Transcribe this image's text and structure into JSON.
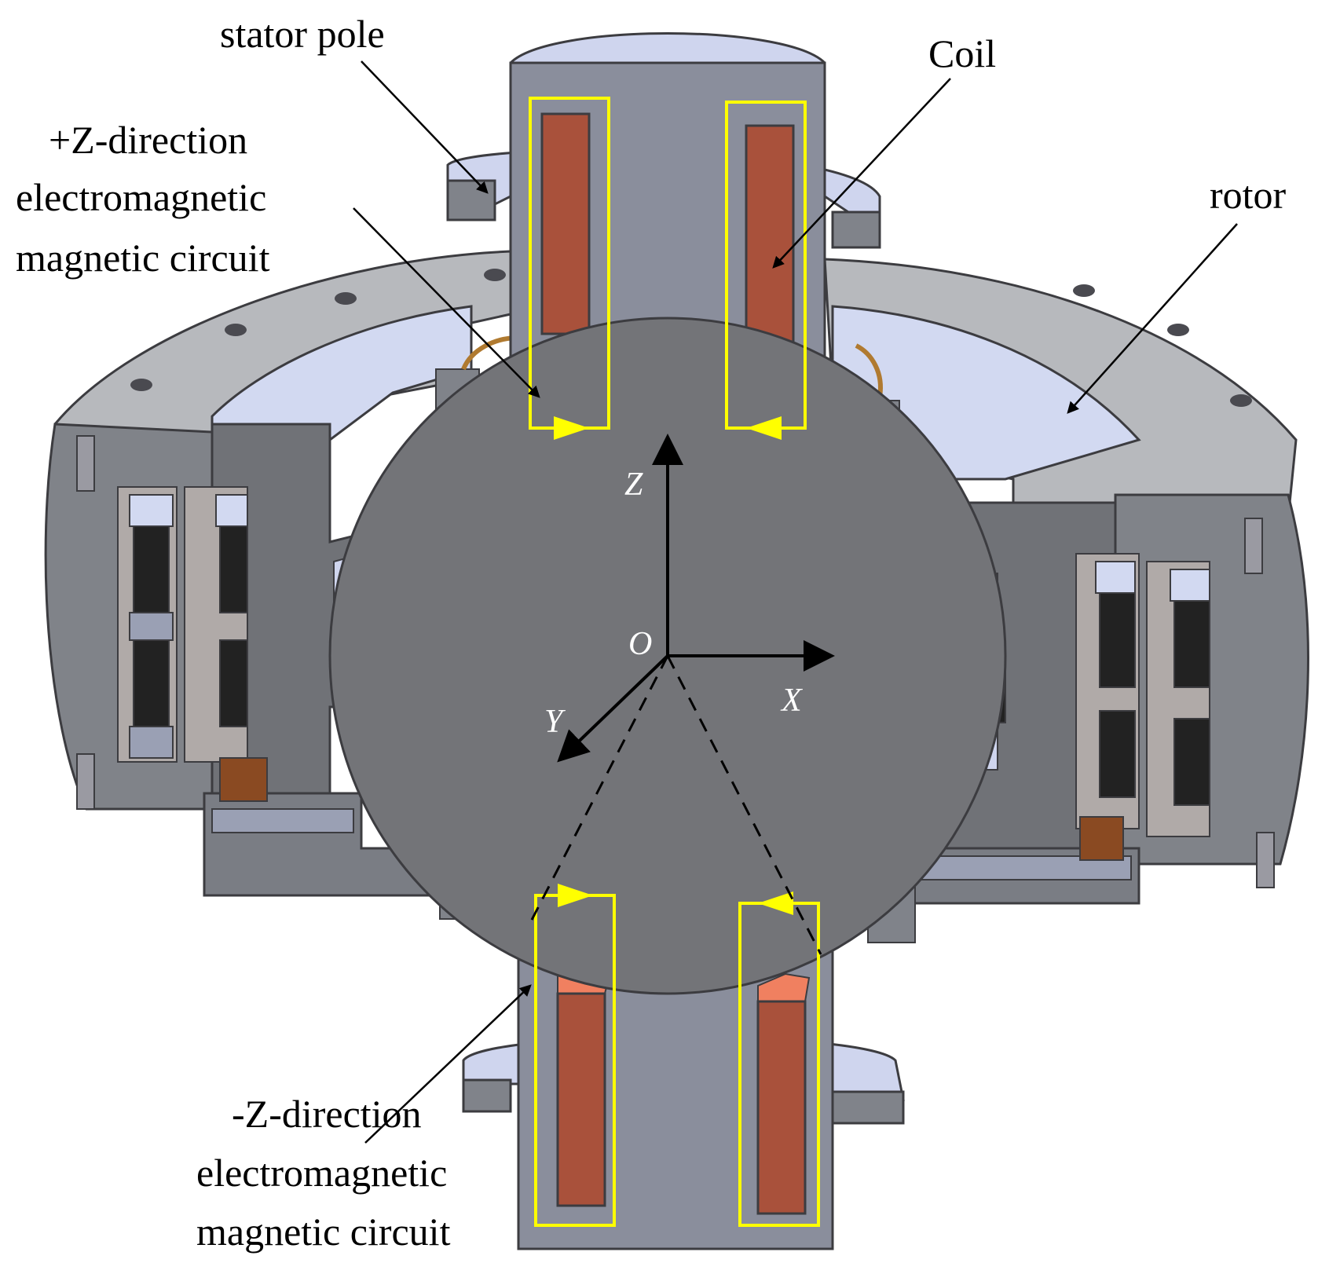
{
  "labels": {
    "stator_pole": "stator pole",
    "coil": "Coil",
    "rotor": "rotor",
    "plus_z_line1": "+Z-direction",
    "plus_z_line2": "electromagnetic",
    "plus_z_line3": "magnetic circuit",
    "minus_z_line1": "-Z-direction",
    "minus_z_line2": "electromagnetic",
    "minus_z_line3": "magnetic circuit"
  },
  "axes": {
    "z": "Z",
    "x": "X",
    "y": "Y",
    "origin": "O"
  },
  "colors": {
    "steel_dark": "#727479",
    "steel_side": "#8a8e9c",
    "steel_light": "#cfd5ee",
    "coil": "#a9513b",
    "coil_top": "#f08060",
    "magnet": "#222222",
    "flux_path": "#ffff00",
    "bolt": "#9a9aa2",
    "bronze": "#8a4a22"
  }
}
